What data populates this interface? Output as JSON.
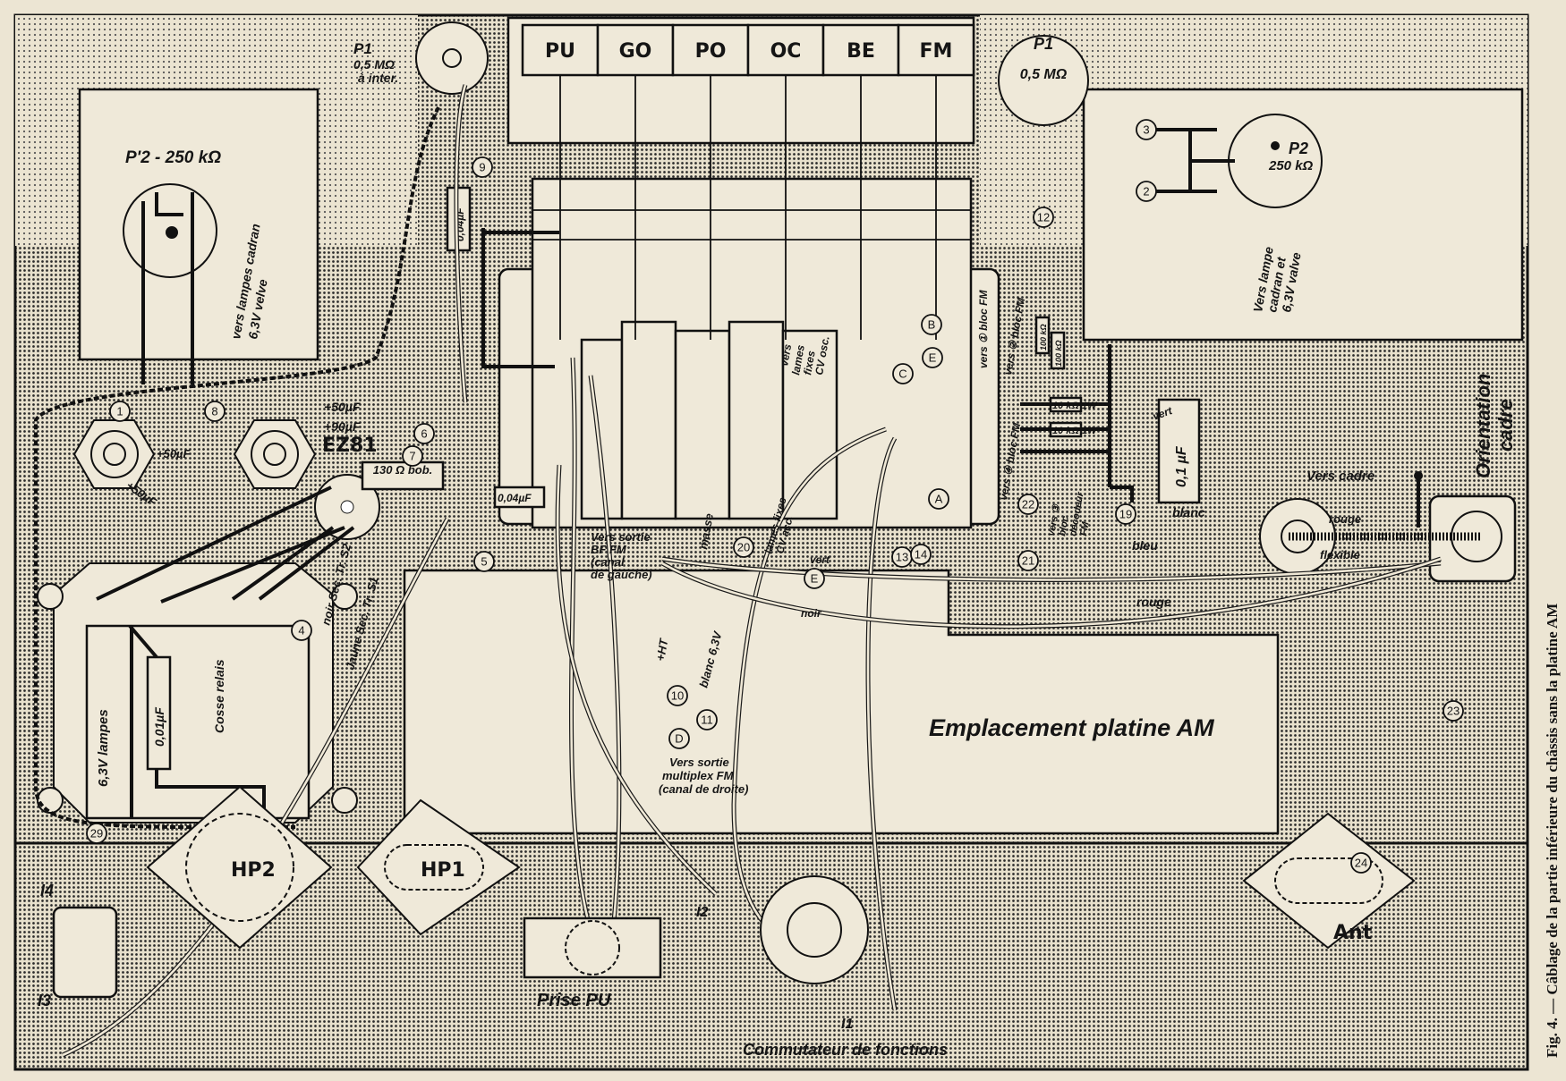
{
  "caption": "Fig. 4. — Câblage de la partie inférieure du châssis sans la platine AM",
  "band_keys": [
    "PU",
    "GO",
    "PO",
    "OC",
    "BE",
    "FM"
  ],
  "components": {
    "p1_left": {
      "name": "P1",
      "value": "0,5 MΩ",
      "note": "à inter."
    },
    "p1_right": {
      "name": "P1",
      "value": "0,5 MΩ"
    },
    "p2_left": "P'2 - 250 kΩ",
    "p2_right": {
      "name": "P2",
      "value": "250 kΩ"
    },
    "ez81": "EZ81",
    "resistor_130": "130 Ω bob.",
    "cap_004_top": "0,04µF",
    "cap_004_mid": "0,04µF",
    "cap_001": "0,01µF",
    "cap_01": "0,1 µF",
    "r_10k_1": "10 kΩ 1W",
    "r_10k_2": "10 kΩ 1W",
    "r_100k_1": "100 kΩ",
    "r_100k_2": "100 kΩ",
    "hp1": "HP1",
    "hp2": "HP2",
    "ant": "Ant",
    "prise_pu": "Prise PU",
    "commutateur": "Commutateur de fonctions",
    "i1": "I1",
    "i2": "I2",
    "i3": "I3",
    "i4": "I4",
    "platine_am": "Emplacement platine AM",
    "orientation": [
      "Orientation",
      "cadre"
    ]
  },
  "annotations": {
    "plus50_a": "+50µF",
    "plus90": "+90µF",
    "plus50_b": "+50µF",
    "plus50_c": "+50µF",
    "cosse_relais": "Cosse relais",
    "lampes_63": "6,3V lampes",
    "vers_lampes_cadran": [
      "vers lampes cadran",
      "6,3V velve"
    ],
    "vers_lampe_cadran_right": [
      "Vers lampe",
      "cadran et",
      "6,3V valve"
    ],
    "noir_sec_tr": "noir Sec. Tr. S2",
    "jaune_sec": "Jaune Sec. Tr. S1",
    "vers_sortie_bf": [
      "Vers sortie",
      "BF FM",
      "(canal",
      "de gauche)"
    ],
    "vers_sortie_multiplex": [
      "Vers sortie",
      "multiplex FM",
      "(canal de droite)"
    ],
    "plus_ht": "+HT",
    "blanc_63": "blanc 6,3V",
    "masse": "masse",
    "vers_lames_cv": [
      "vers",
      "lames",
      "fixes",
      "CV osc."
    ],
    "lames_fixes_acc": [
      "lames fixes",
      "CV acc."
    ],
    "vers_1_bloc": "vers ① bloc FM",
    "vers_2_bloc": "vers ② bloc FM",
    "vers_4_bloc": "vers ④ bloc FM",
    "vers_3_bloc": [
      "vers ③",
      "bloc",
      "décodeur",
      "FM"
    ],
    "vert_a": "vert",
    "vert_b": "vert",
    "noir": "noir",
    "blanc": "blanc",
    "bleu": "bleu",
    "rouge_a": "rouge",
    "rouge_b": "rouge",
    "flexible": "flexible",
    "vers_cadre": "Vers cadre"
  },
  "terminals": [
    "1",
    "2",
    "3",
    "4",
    "5",
    "6",
    "7",
    "8",
    "9",
    "10",
    "11",
    "12",
    "13",
    "14",
    "19",
    "20",
    "21",
    "22",
    "23",
    "24",
    "29",
    "A",
    "B",
    "C",
    "D",
    "E",
    "E"
  ],
  "colors": {
    "ink": "#151515",
    "paper": "#ece5d3",
    "panel": "#efe9d9"
  }
}
